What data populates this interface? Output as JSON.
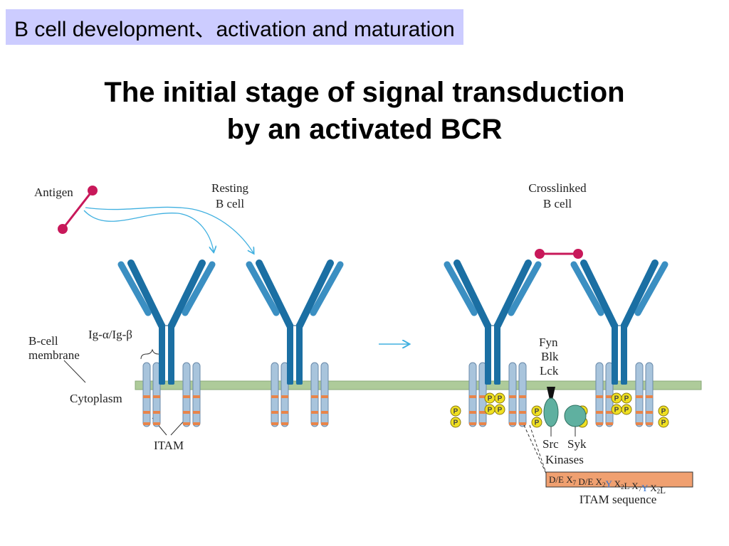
{
  "header": {
    "topic": "B cell development、activation and maturation",
    "title_line1": "The initial stage of signal transduction",
    "title_line2": "by an activated BCR"
  },
  "diagram": {
    "labels": {
      "antigen": "Antigen",
      "resting_line1": "Resting",
      "resting_line2": "B cell",
      "crosslinked_line1": "Crosslinked",
      "crosslinked_line2": "B cell",
      "ig_alpha_beta": "Ig-α/Ig-β",
      "bcell_membrane_line1": "B-cell",
      "bcell_membrane_line2": "membrane",
      "cytoplasm": "Cytoplasm",
      "itam": "ITAM",
      "fyn": "Fyn",
      "blk": "Blk",
      "lck": "Lck",
      "src": "Src",
      "syk": "Syk",
      "kinases": "Kinases",
      "itam_sequence": "ITAM sequence",
      "phospho": "P"
    },
    "itam_seq": [
      {
        "t": "D/E X",
        "sub": "7"
      },
      {
        "t": " D/E X",
        "sub": "2"
      },
      {
        "t": "Y",
        "y": true
      },
      {
        "t": " X",
        "sub": "2"
      },
      {
        "t": "L X",
        "sub": "7"
      },
      {
        "t": "Y",
        "y": true
      },
      {
        "t": " X",
        "sub": "2"
      },
      {
        "t": "L"
      }
    ],
    "colors": {
      "antibody": "#1b6fa3",
      "antibody_light": "#3b8fc2",
      "membrane": "#aecb9a",
      "membrane_edge": "#88a878",
      "chain": "#a8c4dc",
      "chain_edge": "#6a8aaa",
      "itam_band": "#e8844a",
      "antigen": "#c8185a",
      "arrow": "#40b0e0",
      "phospho": "#f0e020",
      "kinase": "#5fb0a0",
      "itam_box": "#f0a070"
    }
  }
}
